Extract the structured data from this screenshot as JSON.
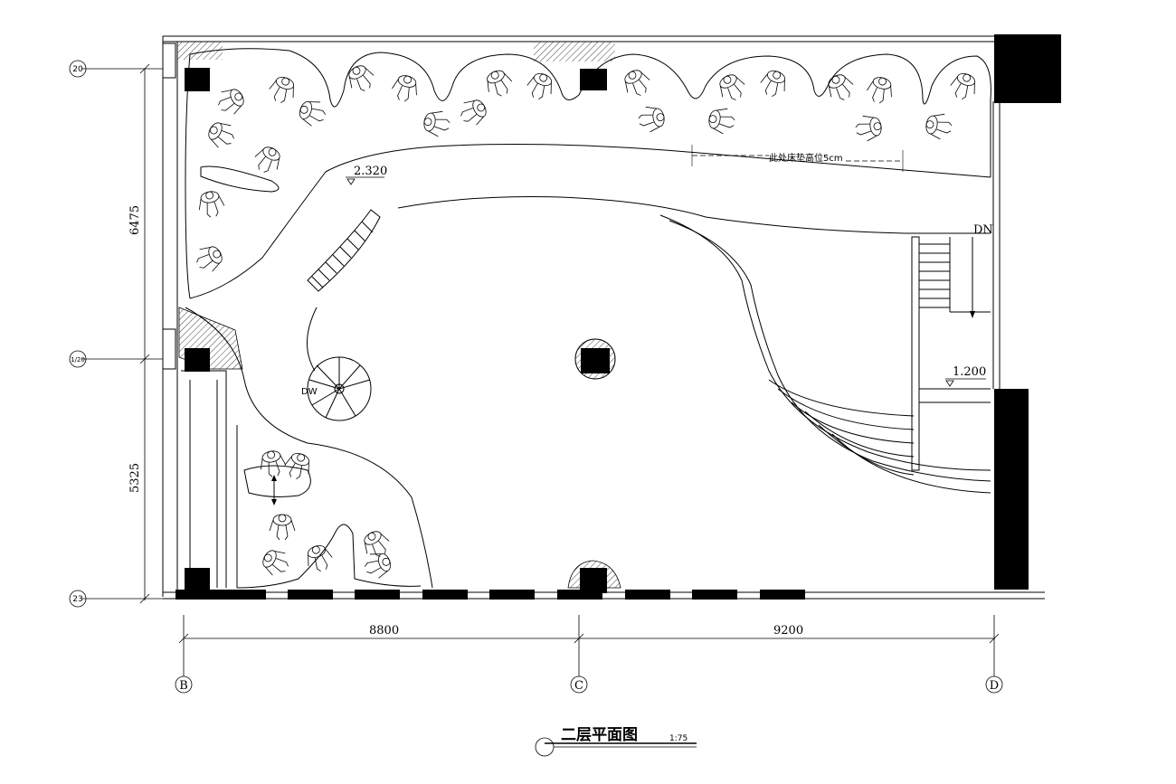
{
  "drawing": {
    "title": "二层平面图",
    "scale": "1:75",
    "note": "此处床垫高位5cm",
    "stair_dn": "DN",
    "spiral_dw": "DW",
    "level_upper": "2.320",
    "level_lower": "1.200"
  },
  "dimensions": {
    "horizontal": [
      "8800",
      "9200"
    ],
    "vertical": [
      "6475",
      "5325"
    ]
  },
  "grid_axes": {
    "columns": [
      "B",
      "C",
      "D"
    ],
    "rows": [
      "20",
      "1/20",
      "23"
    ]
  }
}
